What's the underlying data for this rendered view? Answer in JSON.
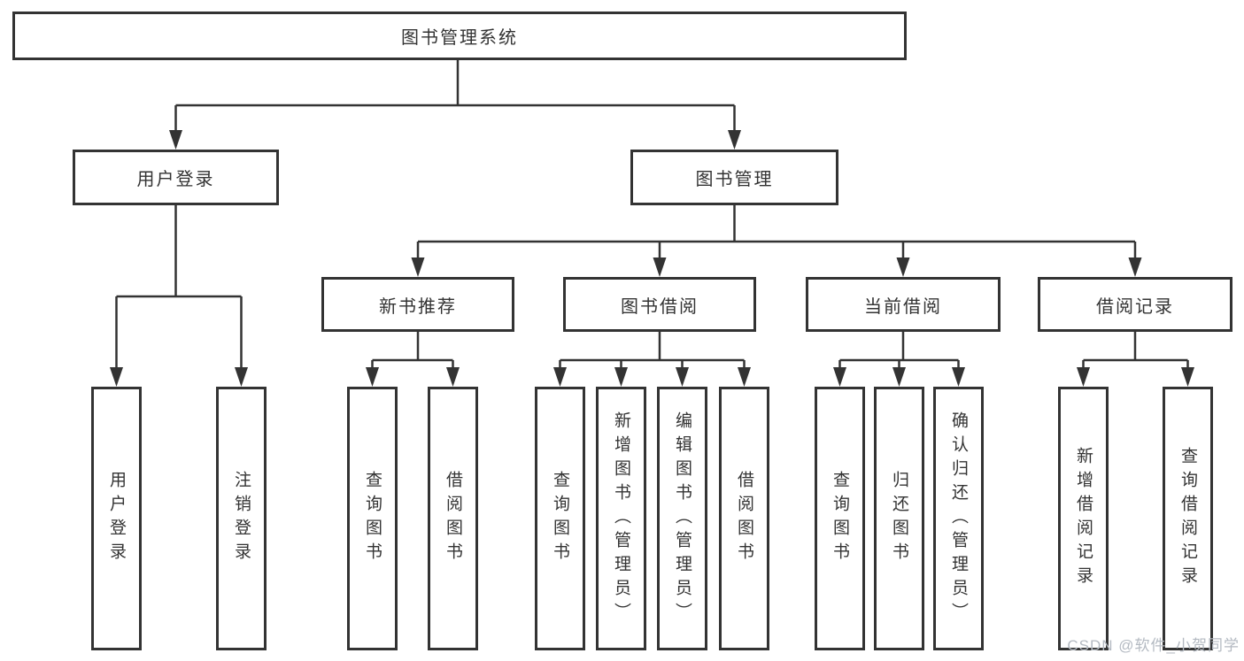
{
  "root": {
    "label": "图书管理系统"
  },
  "level2": [
    {
      "label": "用户登录"
    },
    {
      "label": "图书管理"
    }
  ],
  "level3": [
    {
      "label": "新书推荐"
    },
    {
      "label": "图书借阅"
    },
    {
      "label": "当前借阅"
    },
    {
      "label": "借阅记录"
    }
  ],
  "leaves": {
    "user_login": [
      {
        "label": "用户登录"
      },
      {
        "label": "注销登录"
      }
    ],
    "new_book": [
      {
        "label": "查询图书"
      },
      {
        "label": "借阅图书"
      }
    ],
    "book_borrow": [
      {
        "label": "查询图书"
      },
      {
        "label": "新增图书（管理员）"
      },
      {
        "label": "编辑图书（管理员）"
      },
      {
        "label": "借阅图书"
      }
    ],
    "current_borrow": [
      {
        "label": "查询图书"
      },
      {
        "label": "归还图书"
      },
      {
        "label": "确认归还（管理员）"
      }
    ],
    "borrow_records": [
      {
        "label": "新增借阅记录"
      },
      {
        "label": "查询借阅记录"
      }
    ]
  },
  "watermark": {
    "text": "CSDN @软件_小贺同学"
  },
  "colors": {
    "line": "#333333",
    "text": "#333333",
    "box_background": "#ffffff",
    "watermark": "#b4bac2"
  }
}
